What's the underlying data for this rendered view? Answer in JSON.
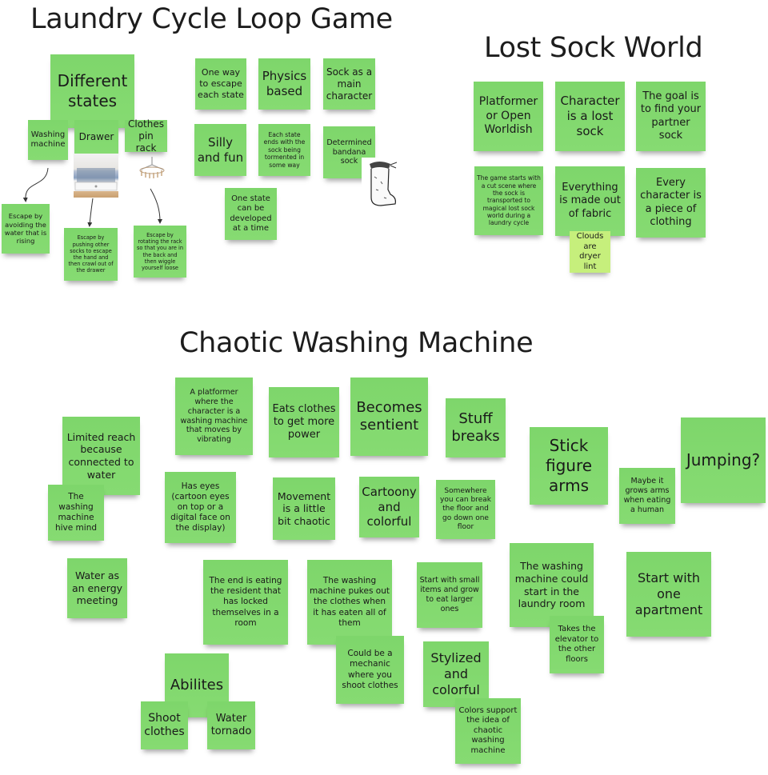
{
  "board": {
    "titles": {
      "laundry": "Laundry Cycle Loop Game",
      "lost_sock": "Lost Sock World",
      "chaotic": "Chaotic Washing Machine"
    },
    "notes": [
      "Different states",
      "Washing machine",
      "Drawer",
      "Clothes pin rack",
      "Escape by avoiding the water that is rising",
      "Escape by pushing other socks to escape the hand and then crawl out of the drawer",
      "Escape by rotating the rack so that you are in the back and then wiggle yourself loose",
      "One way to escape each state",
      "Physics based",
      "Sock as a main character",
      "Silly and fun",
      "Each state ends with the sock being tormented in some way",
      "Determined bandana sock",
      "One state can be developed at a time",
      "Platformer or Open Worldish",
      "Character is a lost sock",
      "The goal is to find your partner sock",
      "The game starts with a cut scene where the sock is transported to magical lost sock world during a laundry cycle",
      "Everything is made out of fabric",
      "Clouds are dryer lint",
      "Every character is a piece of clothing",
      "A platformer where the character is a washing machine that moves by vibrating",
      "Eats clothes to get more power",
      "Becomes sentient",
      "Stuff breaks",
      "Limited reach because connected to water",
      "The washing machine hive mind",
      "Has eyes (cartoon eyes on top or a digital face on the display)",
      "Movement is a little bit chaotic",
      "Cartoony and colorful",
      "Somewhere you can break the floor and go down one floor",
      "Stick figure arms",
      "Maybe it grows arms when eating a human",
      "Jumping?",
      "Water as an energy meeting",
      "The end is eating the resident that has locked themselves in a room",
      "The washing machine pukes out the clothes when it has eaten all of them",
      "Could be a mechanic where you shoot clothes",
      "Start with small items and grow to eat larger ones",
      "The washing machine could start in the laundry room",
      "Takes the elevator to the other floors",
      "Start with one apartment",
      "Abilites",
      "Shoot clothes",
      "Water tornado",
      "Stylized and colorful",
      "Colors support the idea of chaotic washing machine"
    ],
    "colors": {
      "note": "#80d76c",
      "note_light": "#c6ef7c",
      "text": "#1a1a1a"
    }
  }
}
